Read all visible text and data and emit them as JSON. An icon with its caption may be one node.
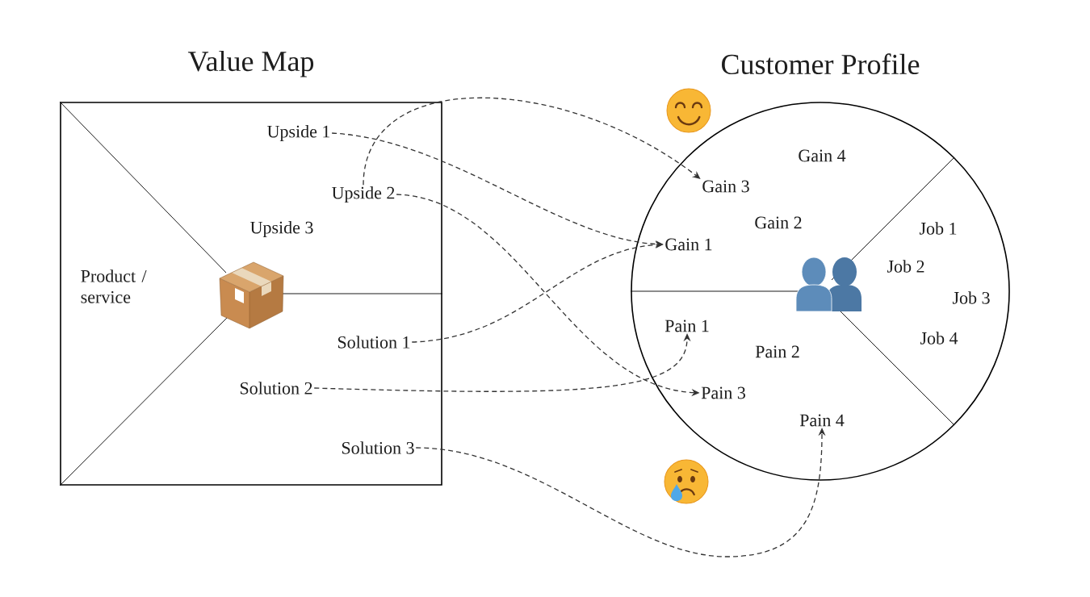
{
  "diagram": {
    "nodes": [
      {
        "text": [
          "Value Map"
        ]
      },
      {
        "text": [
          "Upside 1"
        ],
        "in": 0
      },
      {
        "text": [
          "Upside 2"
        ],
        "in": 0
      },
      {
        "text": [
          "Solution 1"
        ],
        "in": 0
      },
      {
        "text": [
          "Solution 2"
        ],
        "in": 0
      },
      {
        "text": [
          "Solution 3"
        ],
        "in": 0
      },
      {
        "text": [
          "Customer Profile"
        ]
      },
      {
        "text": [
          "Gain 3"
        ],
        "in": 6
      },
      {
        "text": [
          "Gain 1"
        ],
        "in": 6
      },
      {
        "text": [
          "Pain 1"
        ],
        "in": 6
      },
      {
        "text": [
          "Pain 3"
        ],
        "in": 6
      },
      {
        "text": [
          "Pain 4"
        ],
        "in": 6
      }
    ],
    "edges": [
      {
        "from": 1,
        "to": 8,
        "arrow": "to",
        "style": "dashed"
      },
      {
        "from": 2,
        "to": 7,
        "arrow": "to",
        "style": "dashed"
      },
      {
        "from": 2,
        "to": 10,
        "arrow": "to",
        "style": "dashed"
      },
      {
        "from": 3,
        "to": 8,
        "arrow": "to",
        "style": "dashed"
      },
      {
        "from": 4,
        "to": 9,
        "arrow": "to",
        "style": "dashed"
      },
      {
        "from": 5,
        "to": 11,
        "arrow": "to",
        "style": "dashed"
      }
    ],
    "labels": [
      "Upside 3",
      "Product / service",
      "Gain 4",
      "Gain 2",
      "Job 1",
      "Job 2",
      "Job 3",
      "Job 4",
      "Pain 2"
    ]
  }
}
